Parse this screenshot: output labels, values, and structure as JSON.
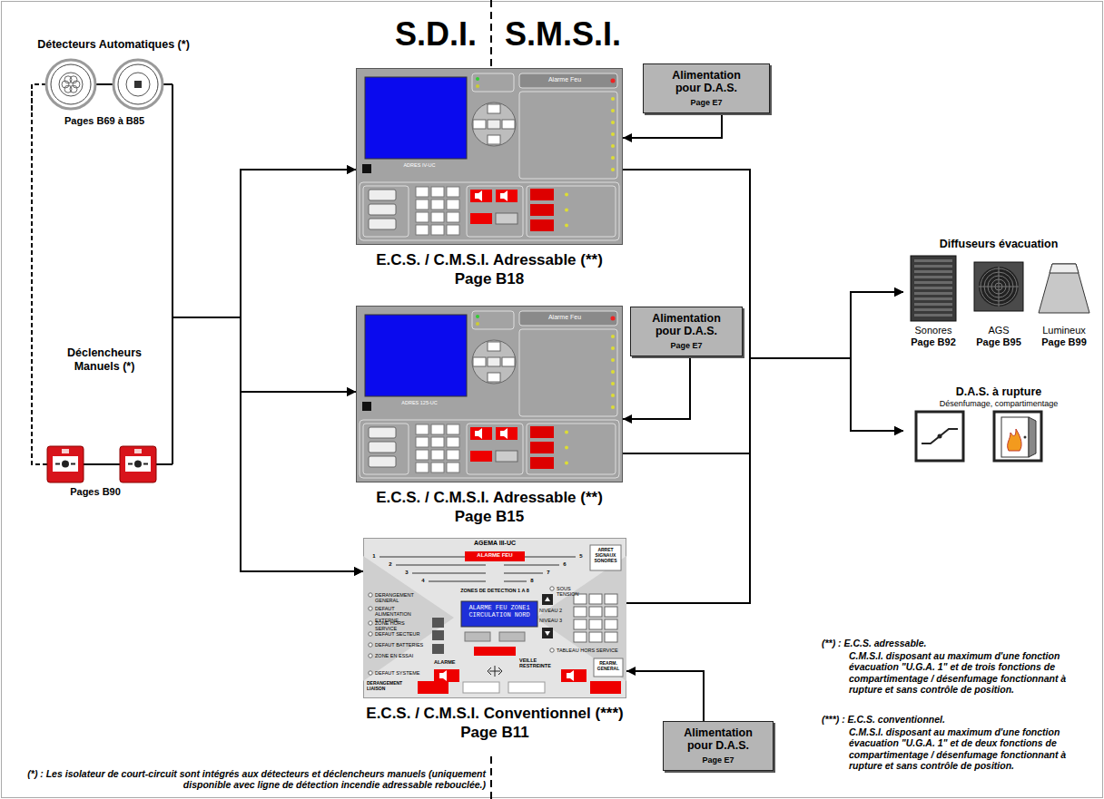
{
  "diagram": {
    "nodes": [
      {
        "text": [
          "Détecteurs Automatiques (*)",
          "Pages B69 à B85"
        ]
      },
      {
        "text": [
          "Déclencheurs Manuels (*)",
          "Pages B90"
        ]
      },
      {
        "text": [
          "E.C.S. / C.M.S.I. Adressable (**)",
          "Page B18"
        ]
      },
      {
        "text": [
          "E.C.S. / C.M.S.I. Adressable (**)",
          "Page B15"
        ]
      },
      {
        "text": [
          "E.C.S. / C.M.S.I. Conventionnel (***)",
          "Page B11"
        ]
      },
      {
        "text": [
          "Alimentation pour D.A.S.",
          "Page E7"
        ]
      },
      {
        "text": [
          "Alimentation pour D.A.S.",
          "Page E7"
        ]
      },
      {
        "text": [
          "Alimentation pour D.A.S.",
          "Page E7"
        ]
      },
      {
        "text": [
          "Diffuseurs évacuation"
        ]
      },
      {
        "text": [
          "Sonores",
          "Page B92"
        ],
        "in": 8
      },
      {
        "text": [
          "AGS",
          "Page B95"
        ],
        "in": 8
      },
      {
        "text": [
          "Lumineux",
          "Page B99"
        ],
        "in": 8
      },
      {
        "text": [
          "D.A.S. à rupture",
          "Désenfumage, compartimentage"
        ]
      }
    ],
    "edges": [
      {
        "from": 0,
        "to": 2,
        "arrow": "to"
      },
      {
        "from": 0,
        "to": 3,
        "arrow": "to"
      },
      {
        "from": 0,
        "to": 4,
        "arrow": "to"
      },
      {
        "from": 1,
        "to": 2,
        "arrow": "to"
      },
      {
        "from": 1,
        "to": 3,
        "arrow": "to"
      },
      {
        "from": 1,
        "to": 4,
        "arrow": "to"
      },
      {
        "from": 5,
        "to": 2,
        "arrow": "to"
      },
      {
        "from": 6,
        "to": 3,
        "arrow": "to"
      },
      {
        "from": 7,
        "to": 4,
        "arrow": "to"
      },
      {
        "from": 2,
        "to": 8,
        "arrow": "to"
      },
      {
        "from": 2,
        "to": 12,
        "arrow": "to"
      },
      {
        "from": 3,
        "to": 8,
        "arrow": "to"
      },
      {
        "from": 3,
        "to": 12,
        "arrow": "to"
      },
      {
        "from": 4,
        "to": 8,
        "arrow": "to"
      },
      {
        "from": 4,
        "to": 12,
        "arrow": "to"
      }
    ],
    "labels": [
      "S.D.I.",
      "S.M.S.I.",
      "ADRES IV-UC",
      "Alarme Feu",
      "ADRES 125-UC",
      "Alarme Feu",
      "AGEMA III-UC",
      "ALARME FEU",
      "1",
      "2",
      "3",
      "4",
      "5",
      "6",
      "7",
      "8",
      "ZONES DE DETECTION 1 A 8",
      "ALARME FEU ZONE1 CIRCULATION NORD",
      "DERANGEMENT GENERAL",
      "DEFAUT ALIMENTATION EXTERNE",
      "ZONE HORS SERVICE",
      "DEFAUT SECTEUR",
      "DEFAUT BATTERIES",
      "ZONE EN ESSAI",
      "DEFAUT SYSTEME",
      "SOUS TENSION",
      "ARRET SIGNAUX SONORES",
      "NIVEAU 2",
      "NIVEAU 3",
      "TABLEAU HORS SERVICE",
      "REARM. GENERAL",
      "ALARME",
      "VEILLE RESTREINTE",
      "DERANGEMENT LIAISON",
      "(*) : Les isolateur de court-circuit sont intégrés aux détecteurs et déclencheurs manuels (uniquement disponible avec ligne de détection incendie adressable rebouclée.)",
      "(**) : E.C.S. adressable.",
      "C.M.S.I. disposant au maximum d'une fonction évacuation \"U.G.A. 1\" et de trois fonctions de compartimentage / désenfumage fonctionnant à rupture et sans contrôle de position.",
      "(***) : E.C.S. conventionnel.",
      "C.M.S.I. disposant au maximum d'une fonction évacuation \"U.G.A. 1\" et de deux fonctions de compartimentage / désenfumage fonctionnant à rupture et sans contrôle de position."
    ]
  }
}
